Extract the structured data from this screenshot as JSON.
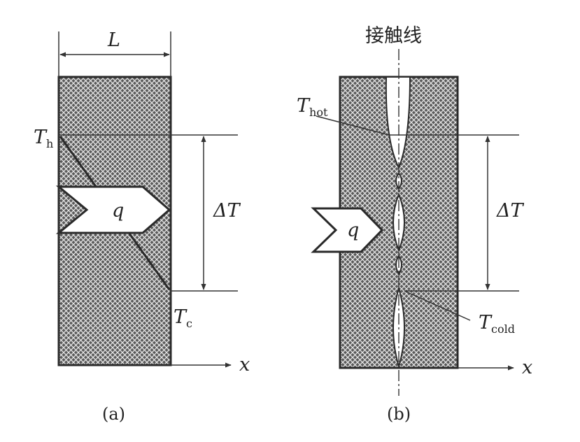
{
  "panel_a": {
    "width_label": "L",
    "t_hot_main": "T",
    "t_hot_sub": "h",
    "t_cold_main": "T",
    "t_cold_sub": "c",
    "flux_label": "q",
    "delta_label": "ΔT",
    "axis_label": "x",
    "caption": "(a)"
  },
  "panel_b": {
    "contact_line_label": "接触线",
    "t_hot_main": "T",
    "t_hot_sub": "hot",
    "t_cold_main": "T",
    "t_cold_sub": "cold",
    "flux_label": "q",
    "delta_label": "ΔT",
    "axis_label": "x",
    "caption": "(b)"
  },
  "colors": {
    "ink": "#2a2a2a",
    "hatch_background": "#5a5a5a",
    "hatch_lines": "#e8e8e8"
  }
}
